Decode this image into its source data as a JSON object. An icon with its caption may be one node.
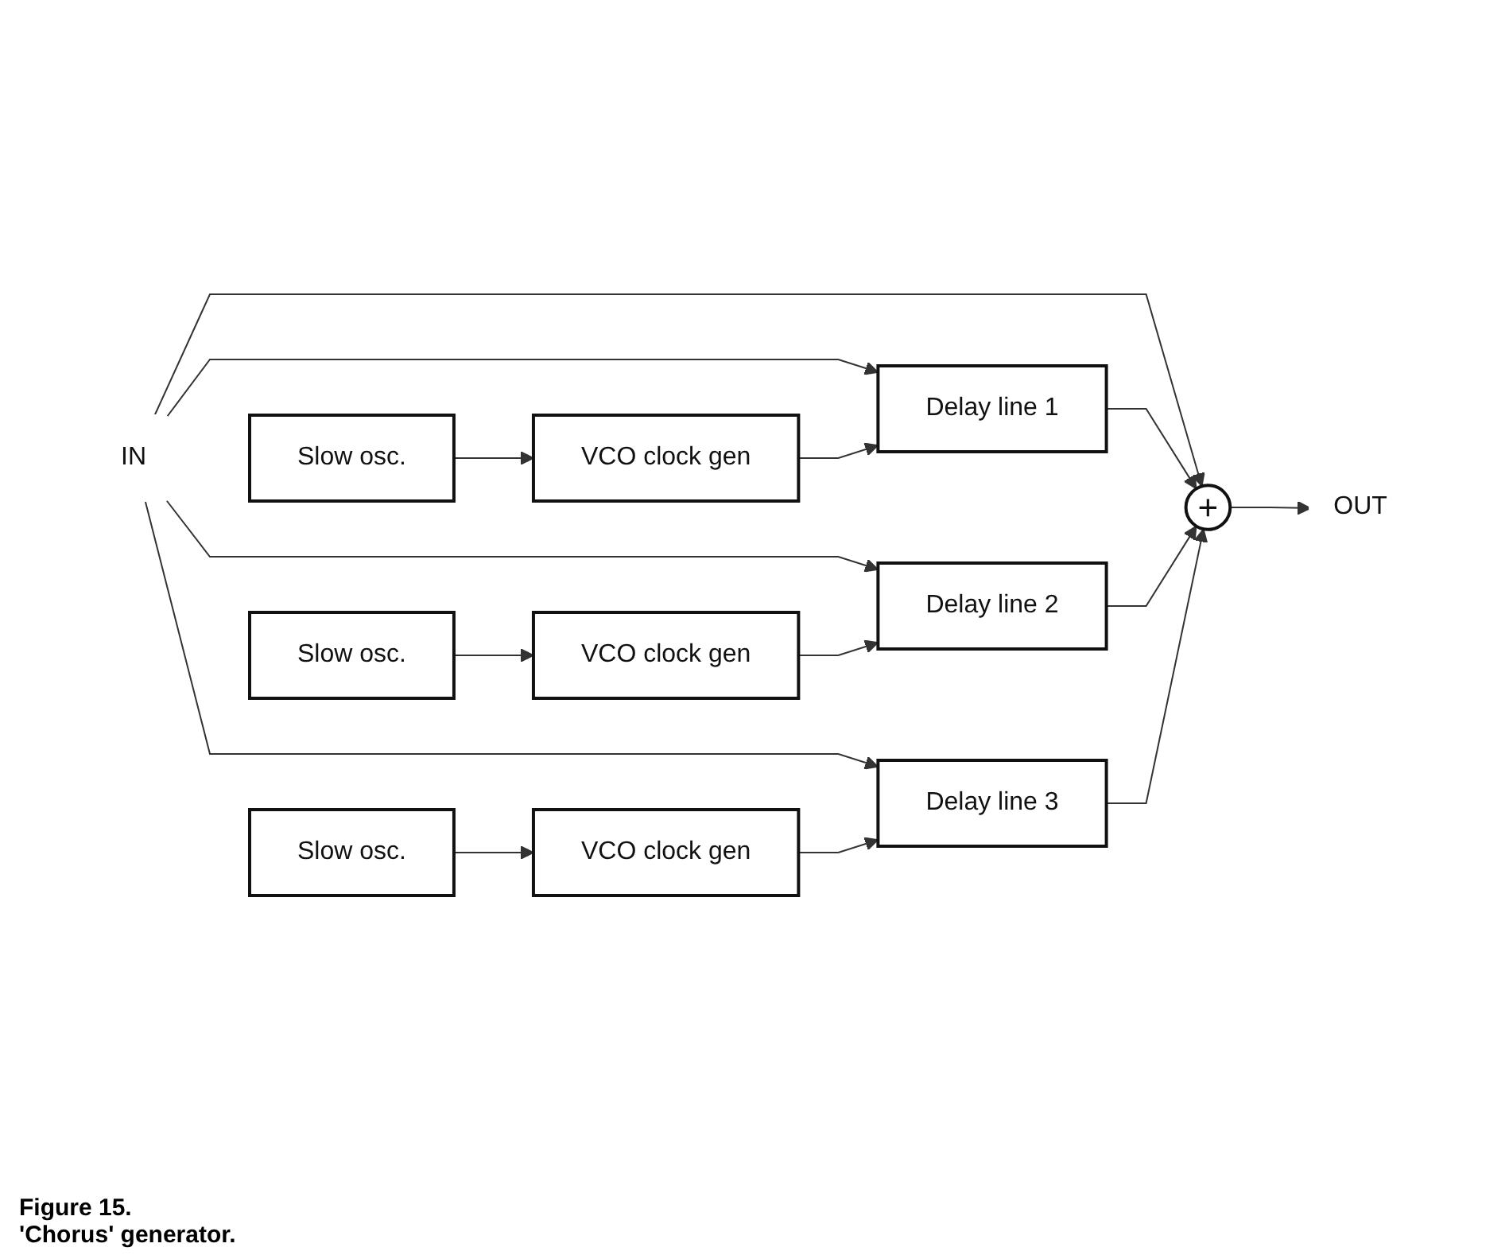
{
  "diagram": {
    "title": "Figure 15.",
    "caption": "'Chorus' generator.",
    "nodes": [
      {
        "text": [
          "IN"
        ]
      },
      {
        "text": [
          "Delay line 1"
        ]
      },
      {
        "text": [
          "VCO clock gen"
        ]
      },
      {
        "text": [
          "Slow osc."
        ]
      },
      {
        "text": [
          "Delay line 2"
        ]
      },
      {
        "text": [
          "VCO clock gen"
        ]
      },
      {
        "text": [
          "Slow osc."
        ]
      },
      {
        "text": [
          "Delay line 3"
        ]
      },
      {
        "text": [
          "VCO clock gen"
        ]
      },
      {
        "text": [
          "Slow osc."
        ]
      },
      {
        "text": [
          "+"
        ]
      },
      {
        "text": [
          "OUT"
        ]
      }
    ],
    "edges": [
      {
        "from": 0,
        "to": 1,
        "arrow": "to"
      },
      {
        "from": 0,
        "to": 4,
        "arrow": "to"
      },
      {
        "from": 0,
        "to": 7,
        "arrow": "to"
      },
      {
        "from": 0,
        "to": 10,
        "arrow": "to"
      },
      {
        "from": 3,
        "to": 2,
        "arrow": "to"
      },
      {
        "from": 2,
        "to": 1,
        "arrow": "to"
      },
      {
        "from": 6,
        "to": 5,
        "arrow": "to"
      },
      {
        "from": 5,
        "to": 4,
        "arrow": "to"
      },
      {
        "from": 9,
        "to": 8,
        "arrow": "to"
      },
      {
        "from": 8,
        "to": 7,
        "arrow": "to"
      },
      {
        "from": 1,
        "to": 10,
        "arrow": "to"
      },
      {
        "from": 4,
        "to": 10,
        "arrow": "to"
      },
      {
        "from": 7,
        "to": 10,
        "arrow": "to"
      },
      {
        "from": 10,
        "to": 11,
        "arrow": "to"
      }
    ]
  }
}
